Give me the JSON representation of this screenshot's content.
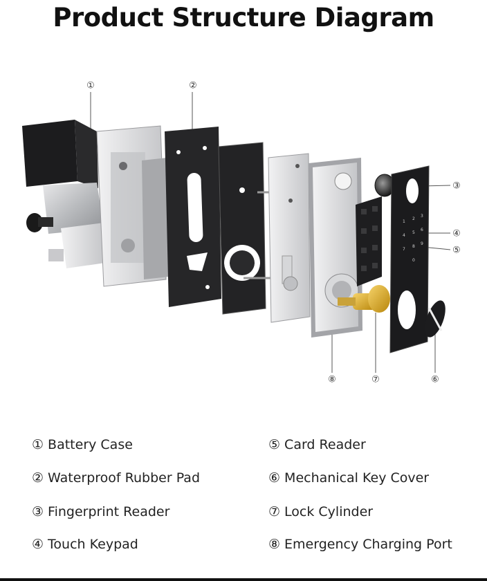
{
  "title": "Product Structure Diagram",
  "callouts": [
    {
      "id": 1,
      "symbol": "①"
    },
    {
      "id": 2,
      "symbol": "②"
    },
    {
      "id": 3,
      "symbol": "③"
    },
    {
      "id": 4,
      "symbol": "④"
    },
    {
      "id": 5,
      "symbol": "⑤"
    },
    {
      "id": 6,
      "symbol": "⑥"
    },
    {
      "id": 7,
      "symbol": "⑦"
    },
    {
      "id": 8,
      "symbol": "⑧"
    }
  ],
  "legend": [
    {
      "symbol": "①",
      "label": "Battery Case"
    },
    {
      "symbol": "②",
      "label": "Waterproof Rubber Pad"
    },
    {
      "symbol": "③",
      "label": "Fingerprint Reader"
    },
    {
      "symbol": "④",
      "label": "Touch Keypad"
    },
    {
      "symbol": "⑤",
      "label": "Card Reader"
    },
    {
      "symbol": "⑥",
      "label": "Mechanical Key Cover"
    },
    {
      "symbol": "⑦",
      "label": "Lock Cylinder"
    },
    {
      "symbol": "⑧",
      "label": "Emergency Charging Port"
    }
  ],
  "keypad_digits": [
    "1",
    "2",
    "3",
    "4",
    "5",
    "6",
    "7",
    "8",
    "9",
    "0"
  ]
}
